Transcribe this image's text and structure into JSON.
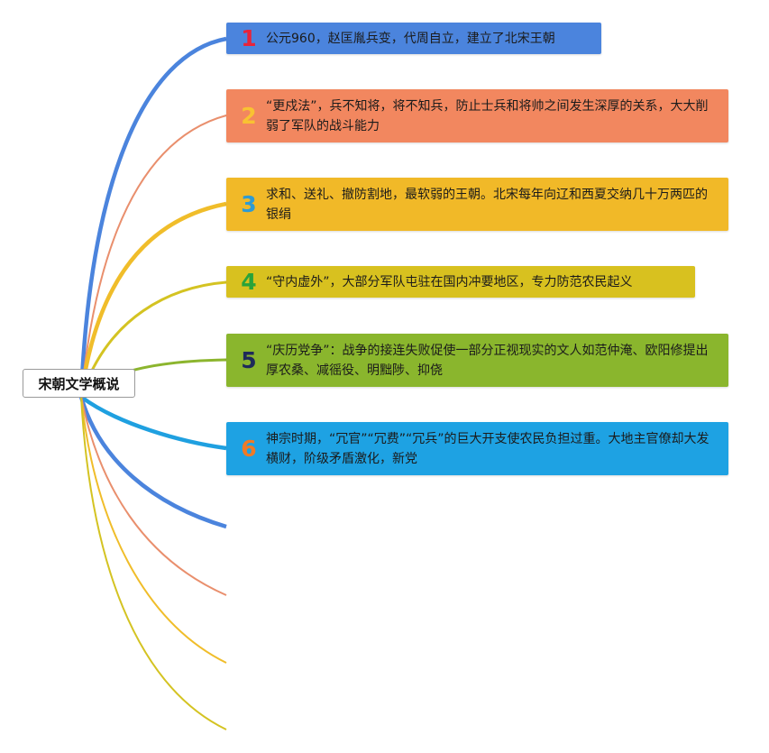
{
  "root": {
    "label": "宋朝文学概说"
  },
  "topics": [
    {
      "num": "1",
      "text": "公元960，赵匡胤兵变，代周自立，建立了北宋王朝",
      "bg": "#4b84dd",
      "num_color": "#e8243b",
      "line": "#4b84dd"
    },
    {
      "num": "2",
      "text": "“更戍法”，兵不知将，将不知兵，防止士兵和将帅之间发生深厚的关系，大大削弱了军队的战斗能力",
      "bg": "#f2875f",
      "num_color": "#f9c232",
      "line": "#e98f6d"
    },
    {
      "num": "3",
      "text": "求和、送礼、撤防割地，最软弱的王朝。北宋每年向辽和西夏交纳几十万两匹的银绢",
      "bg": "#f1b928",
      "num_color": "#2f9bd3",
      "line": "#f0bd2a"
    },
    {
      "num": "4",
      "text": "“守内虚外”，大部分军队屯驻在国内冲要地区，专力防范农民起义",
      "bg": "#d8c11f",
      "num_color": "#2aa33a",
      "line": "#d4c322"
    },
    {
      "num": "5",
      "text": "“庆历党争”：战争的接连失败促使一部分正视现实的文人如范仲淹、欧阳修提出厚农桑、减徭役、明黜陟、抑侥",
      "bg": "#8ab62d",
      "num_color": "#1e2b5a",
      "line": "#8cb52e"
    },
    {
      "num": "6",
      "text": "神宗时期，“冗官”“冗费”“冗兵”的巨大开支使农民负担过重。大地主官僚却大发横财，阶级矛盾激化，新党",
      "bg": "#1ea2e3",
      "num_color": "#f07a26",
      "line": "#1fa0e0"
    }
  ],
  "extra_branches": [
    {
      "color": "#4b84dd"
    },
    {
      "color": "#e98f6d"
    },
    {
      "color": "#f0bd2a"
    },
    {
      "color": "#d4c322"
    }
  ]
}
